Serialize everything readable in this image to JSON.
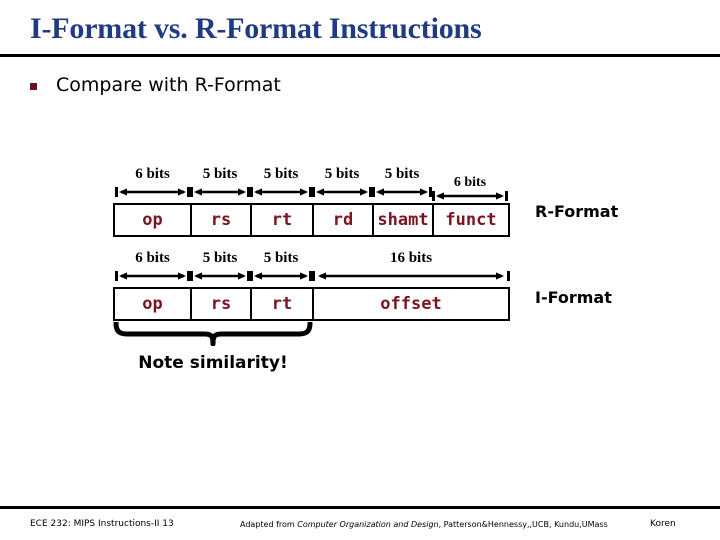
{
  "slide": {
    "title": "I-Format vs. R-Format Instructions",
    "bullet": {
      "marker": "square-bullet-icon",
      "text": "Compare with R-Format"
    }
  },
  "diagram": {
    "type": "instruction-format-comparison",
    "colors": {
      "field_text": "#7B1421",
      "title": "#1F3C80",
      "bullet": "#6B1020",
      "rule": "#000000"
    },
    "rows": [
      {
        "name": "R-Format",
        "side_label": "R-Format",
        "fields": [
          {
            "label": "op",
            "bits": "6 bits"
          },
          {
            "label": "rs",
            "bits": "5 bits"
          },
          {
            "label": "rt",
            "bits": "5 bits"
          },
          {
            "label": "rd",
            "bits": "5 bits"
          },
          {
            "label": "shamt",
            "bits": "5 bits"
          },
          {
            "label": "funct",
            "bits": "6 bits"
          }
        ]
      },
      {
        "name": "I-Format",
        "side_label": "I-Format",
        "fields": [
          {
            "label": "op",
            "bits": "6 bits"
          },
          {
            "label": "rs",
            "bits": "5 bits"
          },
          {
            "label": "rt",
            "bits": "5 bits"
          },
          {
            "label": "offset",
            "bits": "16 bits"
          }
        ]
      }
    ],
    "annotation": {
      "brace": "curly-brace-icon",
      "note": "Note similarity!"
    }
  },
  "footer": {
    "left": "ECE 232: MIPS Instructions-II 13",
    "middle_prefix": "Adapted from ",
    "middle_book": "Computer Organization and Design",
    "middle_suffix": ", Patterson&Hennessy,,UCB, Kundu,UMass",
    "right": "Koren"
  }
}
